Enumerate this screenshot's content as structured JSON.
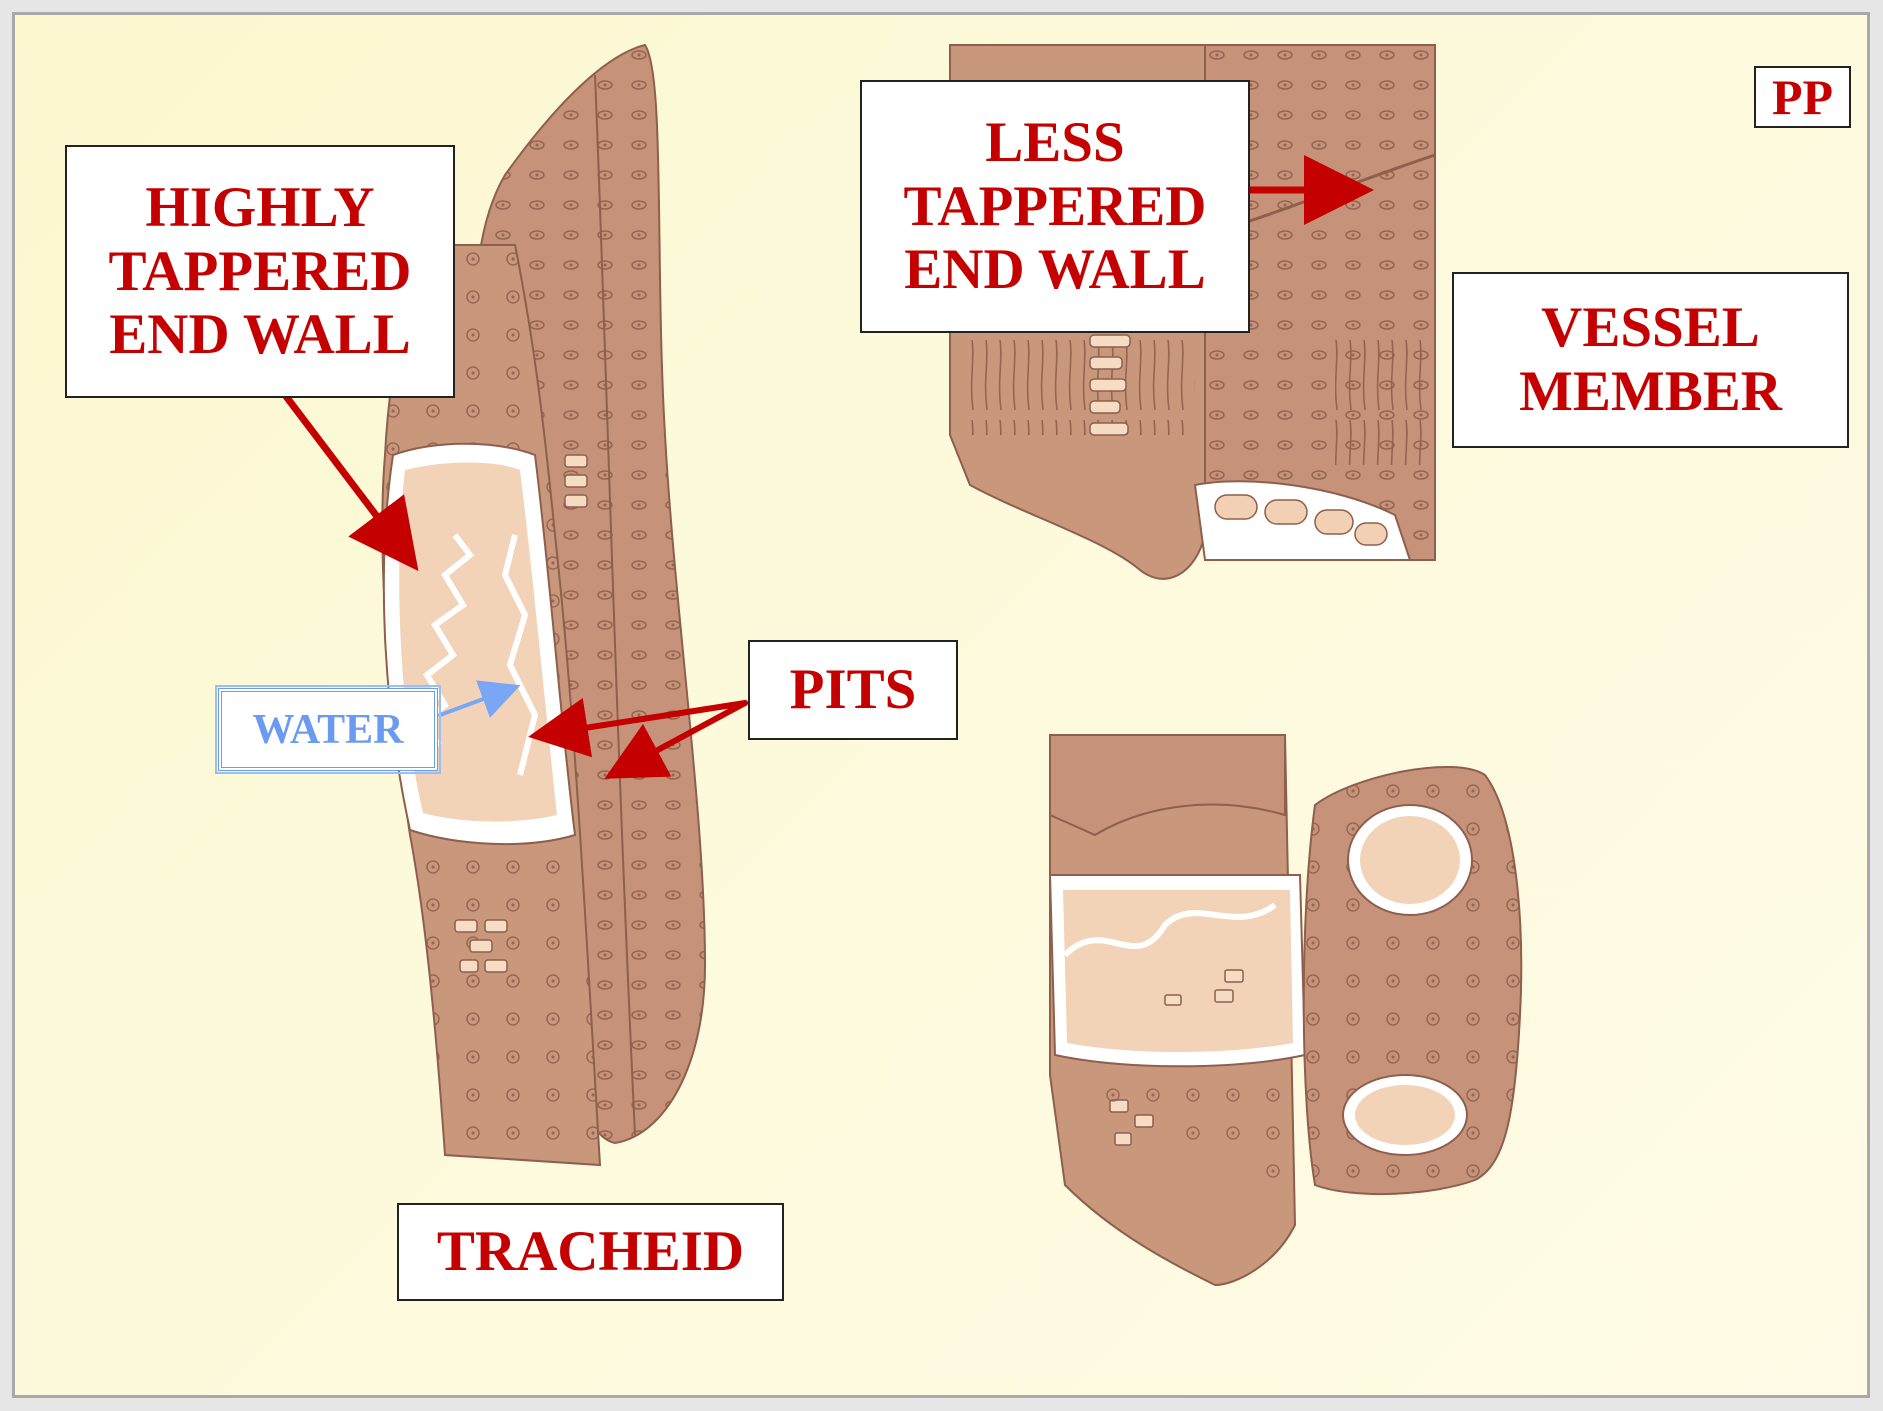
{
  "slide": {
    "badge": "PP",
    "labels": {
      "highly_tapered": "HIGHLY\nTAPPERED\nEND WALL",
      "less_tapered": "LESS\nTAPPERED\nEND WALL",
      "vessel_member": "VESSEL\nMEMBER",
      "pits": "PITS",
      "water": "WATER",
      "tracheid": "TRACHEID"
    }
  },
  "colors": {
    "background": "#fdf9d6",
    "cell_wall": "#c9977b",
    "cell_wall_dark": "#9a6a55",
    "cell_interior": "#f2d0b4",
    "label_text": "#c40000",
    "arrow": "#c40000",
    "water_text": "#6b9bf0"
  }
}
